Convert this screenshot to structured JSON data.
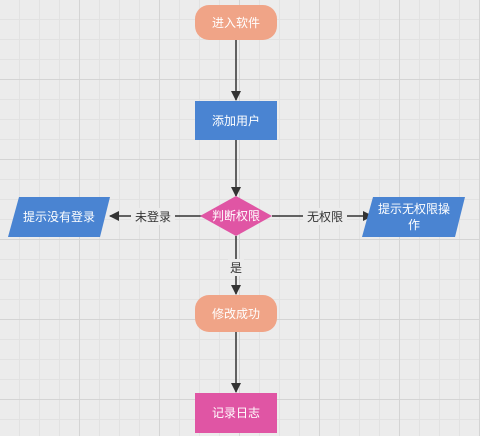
{
  "colors": {
    "terminal": "#f0a487",
    "process": "#4a84d2",
    "decision": "#e055a4",
    "io": "#4a84d2",
    "record": "#e055a4",
    "edge": "#333333"
  },
  "nodes": {
    "start": "进入软件",
    "add_user": "添加用户",
    "check_permission": "判断权限",
    "not_logged_in_prompt": "提示没有登录",
    "no_permission_prompt_line1": "提示无权限操",
    "no_permission_prompt_line2": "作",
    "modify_success": "修改成功",
    "log_record": "记录日志"
  },
  "edges": {
    "not_logged_in": "未登录",
    "no_permission": "无权限",
    "yes": "是"
  }
}
